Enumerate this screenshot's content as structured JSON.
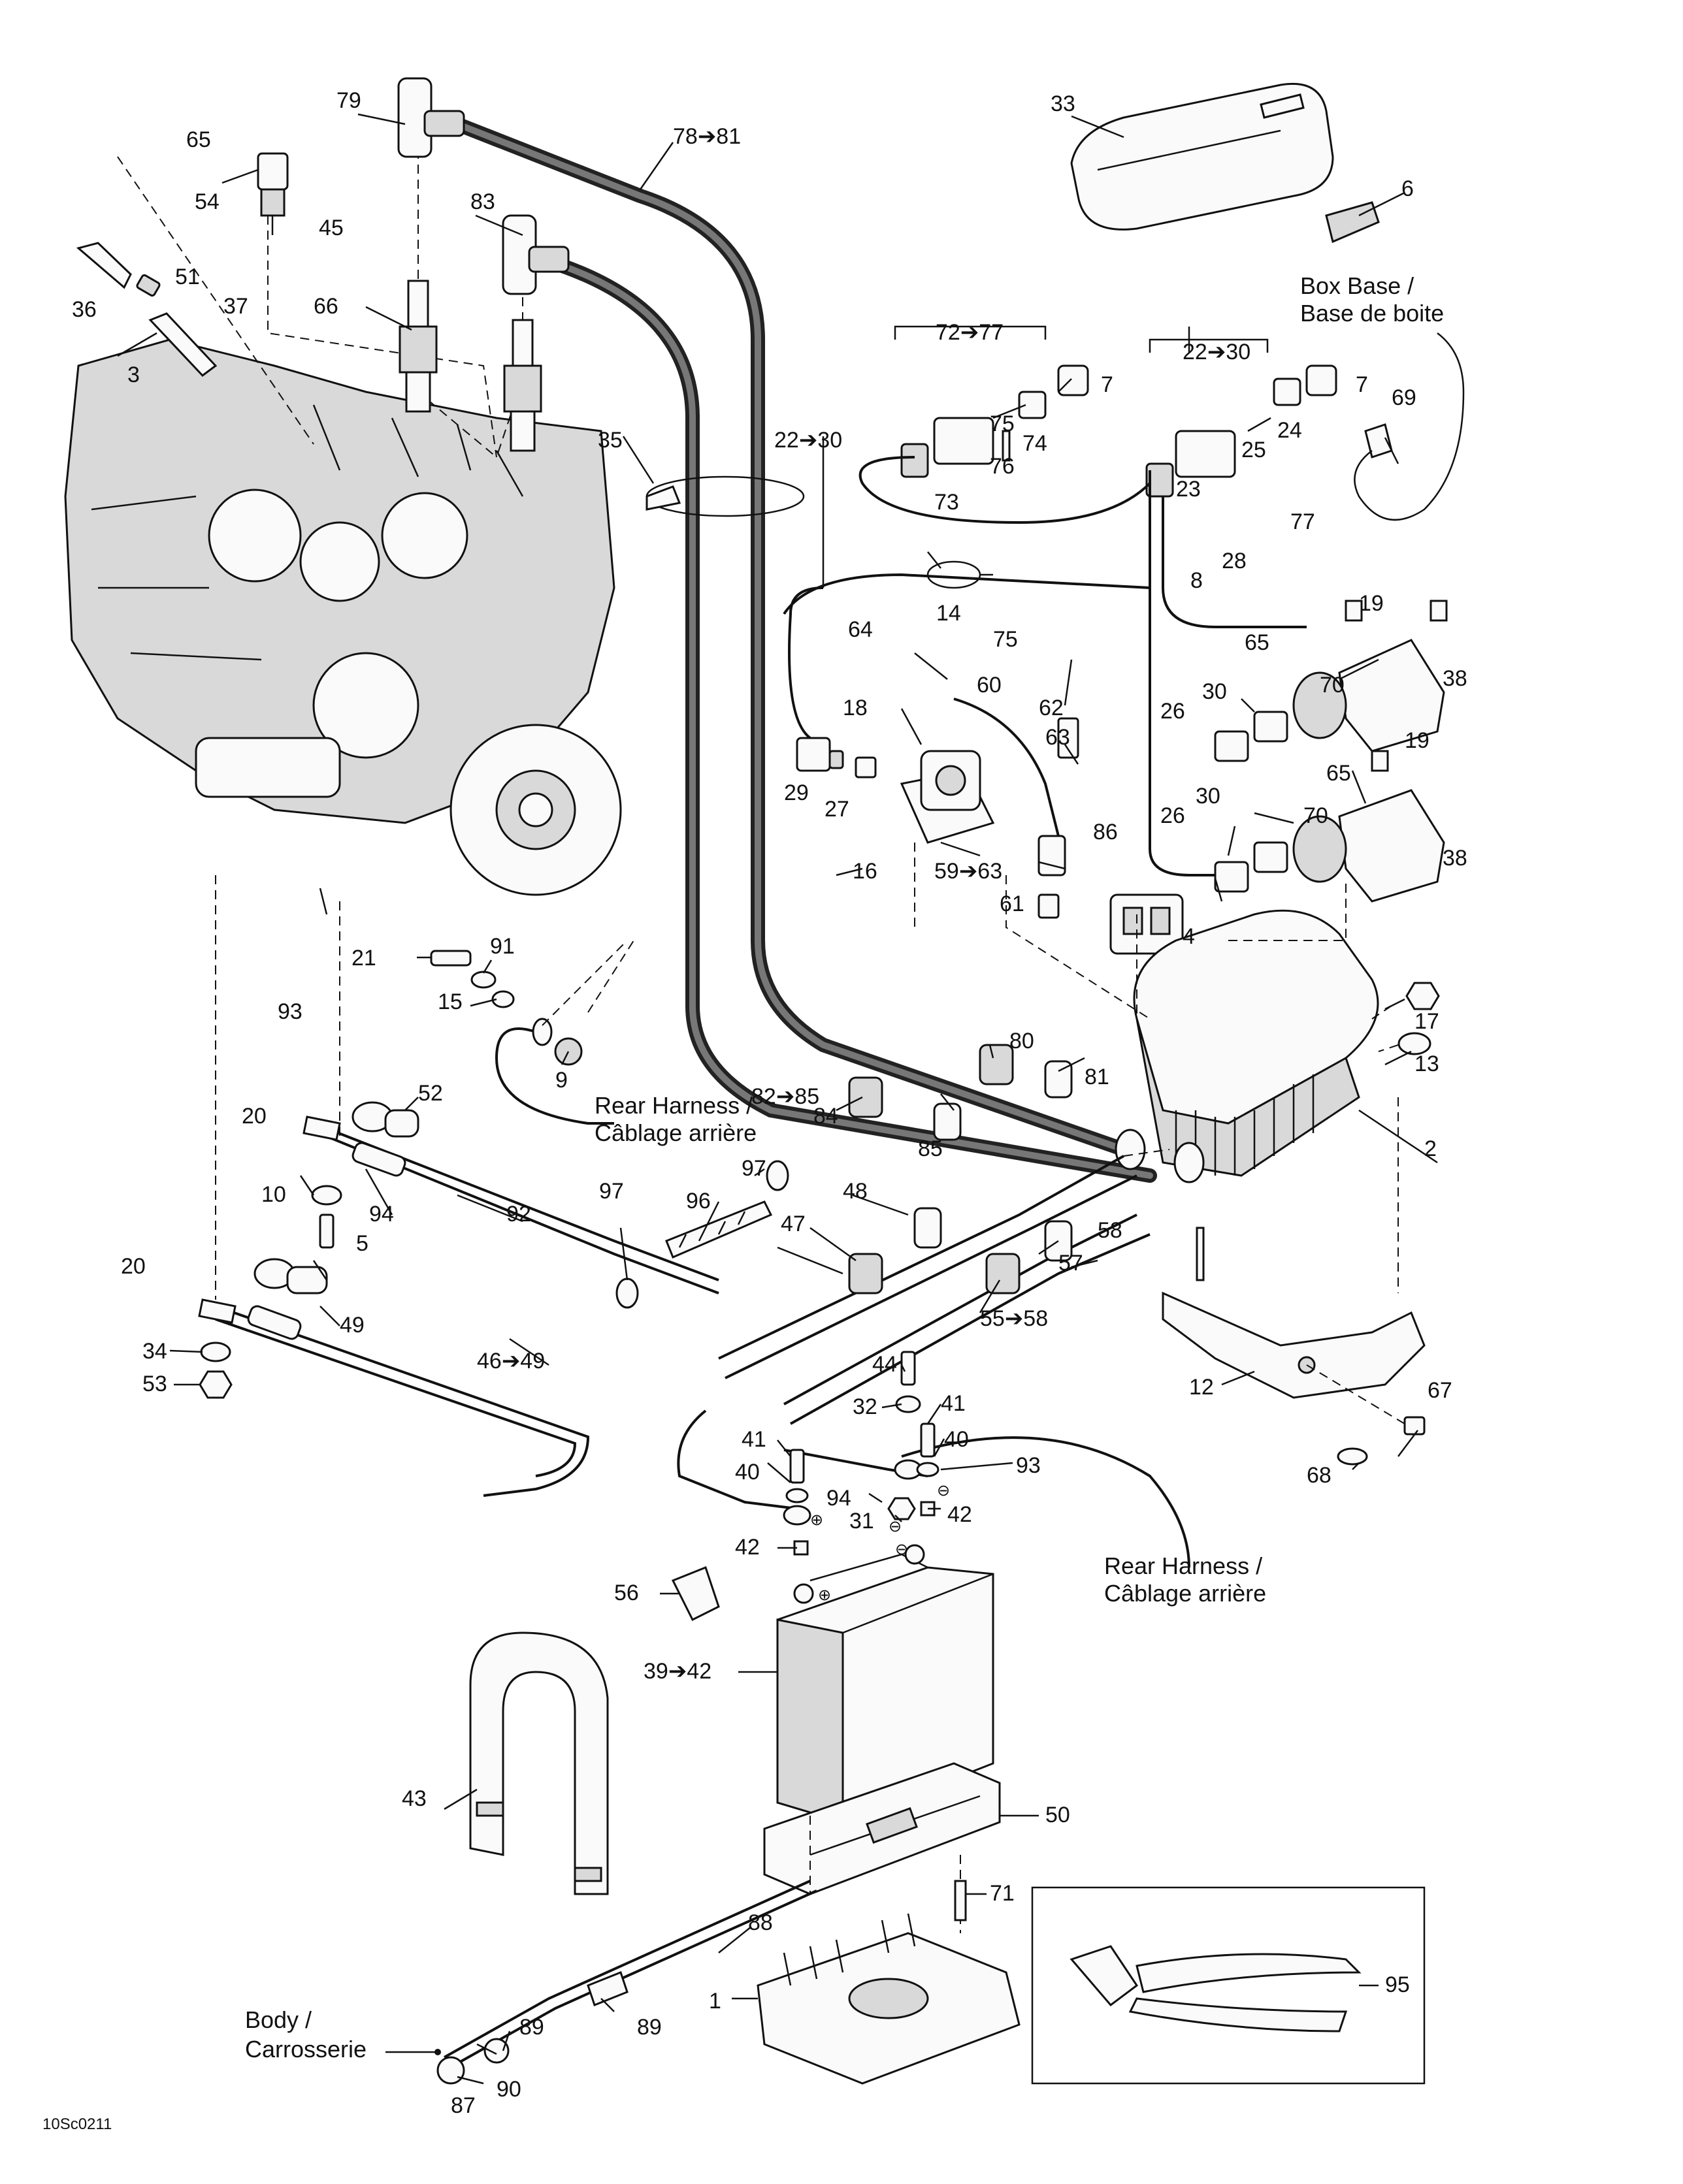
{
  "figure_code": "10Sc0211",
  "callouts": {
    "c1": "1",
    "c2": "2",
    "c3": "3",
    "c4": "4",
    "c5": "5",
    "c6": "6",
    "c7a": "7",
    "c7b": "7",
    "c8": "8",
    "c9": "9",
    "c10": "10",
    "c12": "12",
    "c13": "13",
    "c14": "14",
    "c15": "15",
    "c16": "16",
    "c17": "17",
    "c18": "18",
    "c19a": "19",
    "c19b": "19",
    "c20a": "20",
    "c20b": "20",
    "c21": "21",
    "c22_30a": "22➔30",
    "c22_30b": "22➔30",
    "c23": "23",
    "c24": "24",
    "c25": "25",
    "c26a": "26",
    "c26b": "26",
    "c27": "27",
    "c28": "28",
    "c29": "29",
    "c30a": "30",
    "c30b": "30",
    "c31": "31",
    "c32": "32",
    "c33": "33",
    "c34": "34",
    "c35": "35",
    "c36": "36",
    "c37": "37",
    "c38a": "38",
    "c38b": "38",
    "c39_42": "39➔42",
    "c40a": "40",
    "c40b": "40",
    "c41a": "41",
    "c41b": "41",
    "c42a": "42",
    "c42b": "42",
    "c43": "43",
    "c44": "44",
    "c45": "45",
    "c46_49": "46➔49",
    "c47": "47",
    "c48": "48",
    "c49": "49",
    "c50": "50",
    "c51": "51",
    "c52": "52",
    "c53": "53",
    "c54": "54",
    "c55_58": "55➔58",
    "c56": "56",
    "c57": "57",
    "c58": "58",
    "c59_63": "59➔63",
    "c60": "60",
    "c61": "61",
    "c62": "62",
    "c63": "63",
    "c64": "64",
    "c65a": "65",
    "c65b": "65",
    "c65c": "65",
    "c66": "66",
    "c67": "67",
    "c68": "68",
    "c69": "69",
    "c70a": "70",
    "c70b": "70",
    "c71": "71",
    "c72_77": "72➔77",
    "c73": "73",
    "c74": "74",
    "c75a": "75",
    "c75b": "75",
    "c76": "76",
    "c77": "77",
    "c78_81": "78➔81",
    "c79": "79",
    "c80": "80",
    "c81": "81",
    "c82_85": "82➔85",
    "c83": "83",
    "c84": "84",
    "c85": "85",
    "c86": "86",
    "c87": "87",
    "c88": "88",
    "c89a": "89",
    "c89b": "89",
    "c90": "90",
    "c91": "91",
    "c92": "92",
    "c93a": "93",
    "c93b": "93",
    "c94a": "94",
    "c94b": "94",
    "c95": "95",
    "c96": "96",
    "c97a": "97",
    "c97b": "97"
  },
  "captions": {
    "box_base_en": "Box Base /",
    "box_base_fr": "Base de boite",
    "rear_harness_en": "Rear Harness /",
    "rear_harness_fr": "Câblage arrière",
    "rear_harness2_en": "Rear Harness /",
    "rear_harness2_fr": "Câblage arrière",
    "body_en": "Body /",
    "body_fr": "Carrosserie"
  },
  "symbols": {
    "plus": "⊕",
    "minus": "⊖"
  }
}
